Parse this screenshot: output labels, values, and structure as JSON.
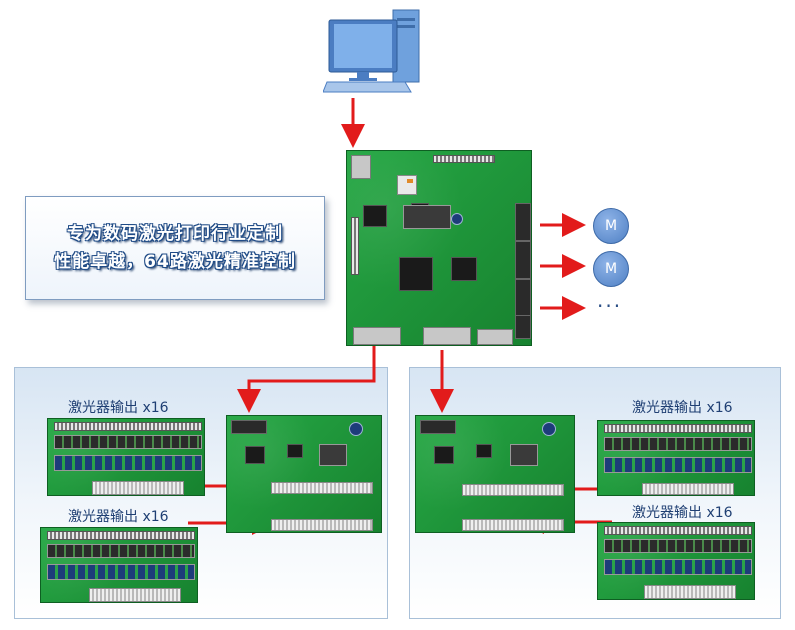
{
  "tagline": {
    "line1": "专为数码激光打印行业定制",
    "line2": "性能卓越，64路激光精准控制"
  },
  "motors": [
    "M",
    "M"
  ],
  "motor_more": "···",
  "outputs": {
    "left_top": "激光器输出 x16",
    "left_bottom": "激光器输出 x16",
    "right_top": "激光器输出 x16",
    "right_bottom": "激光器输出 x16"
  },
  "colors": {
    "arrow": "#e21b1b",
    "panel": "#dbe7f4",
    "pcb": "#1f9a3a",
    "monitor": "#5b8fd6"
  },
  "icons": {
    "computer": "desktop-computer-icon",
    "main_board": "main-control-board",
    "motor": "motor-icon"
  }
}
